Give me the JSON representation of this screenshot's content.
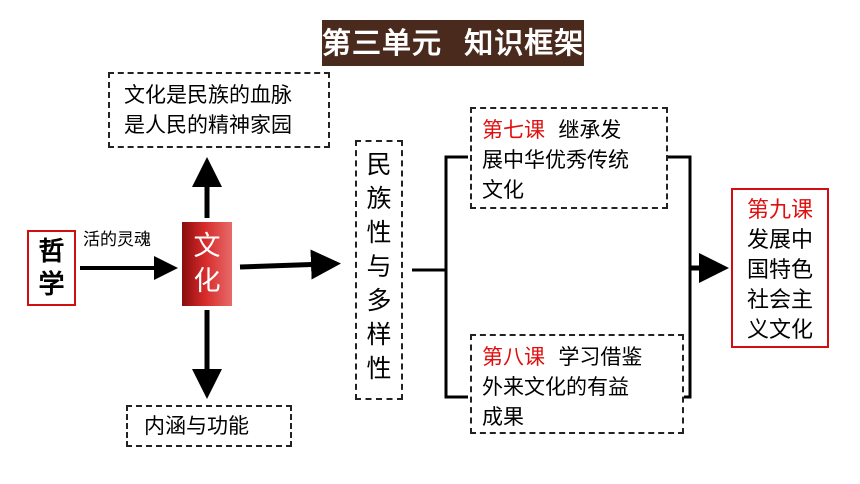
{
  "title": "第三单元  知识框架",
  "top_box": {
    "line1": "文化是民族的血脉",
    "line2": "是人民的精神家园"
  },
  "bottom_box": {
    "text": "内涵与功能"
  },
  "philosophy": {
    "line1": "哲",
    "line2": "学"
  },
  "link_label": "活的灵魂",
  "culture": {
    "line1": "文",
    "line2": "化"
  },
  "nation": {
    "chars": [
      "民",
      "族",
      "性",
      "与",
      "多",
      "样",
      "性"
    ]
  },
  "lesson7": {
    "title": "第七课",
    "line1": "继承发",
    "line2": "展中华优秀传统",
    "line3": "文化"
  },
  "lesson8": {
    "title": "第八课",
    "line1": "学习借鉴",
    "line2": "外来文化的有益",
    "line3": "成果"
  },
  "lesson9": {
    "title": "第九课",
    "lines": [
      "发展中",
      "国特色",
      "社会主",
      "义文化"
    ]
  },
  "colors": {
    "title_bg": "#4a2a1c",
    "accent_red": "#e01010",
    "culture_gradient_dark": "#8a0d0d"
  }
}
